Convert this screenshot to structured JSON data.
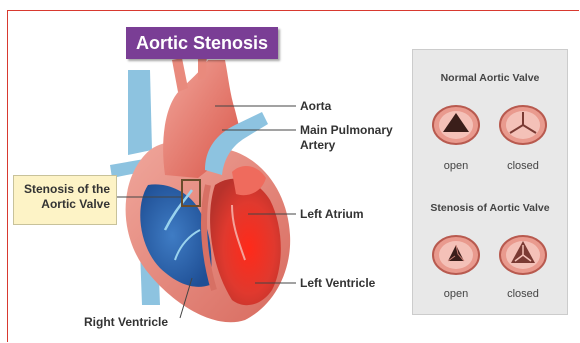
{
  "title": "Aortic Stenosis",
  "labels": {
    "aorta": "Aorta",
    "main_pulmonary_artery_line1": "Main Pulmonary",
    "main_pulmonary_artery_line2": "Artery",
    "left_atrium": "Left Atrium",
    "left_ventricle": "Left Ventricle",
    "right_ventricle": "Right Ventricle",
    "stenosis_line1": "Stenosis of the",
    "stenosis_line2": "Aortic Valve"
  },
  "panel": {
    "normal_title": "Normal Aortic Valve",
    "stenosis_title": "Stenosis of Aortic Valve",
    "open": "open",
    "closed": "closed"
  },
  "colors": {
    "title_bg": "#7a3e95",
    "frame_line": "#d8392f",
    "callout_bg": "#fdf3c6",
    "panel_bg": "#e8e8e8",
    "oxygenated": "#d9453a",
    "deoxygenated": "#4b86c5",
    "vessel_blue": "#8dc3e0"
  }
}
